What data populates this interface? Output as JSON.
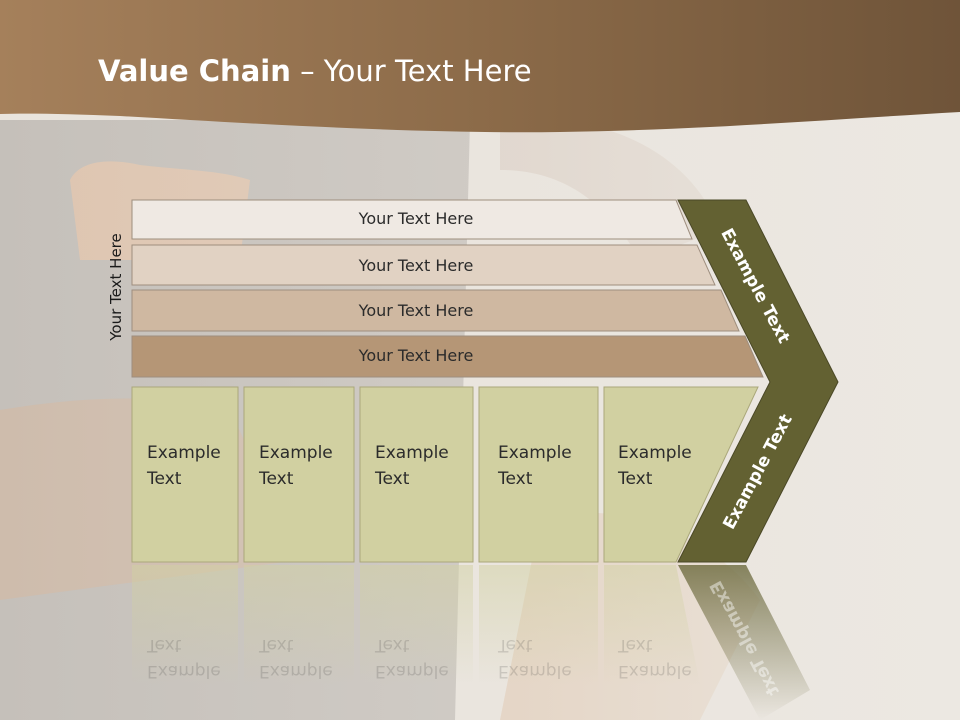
{
  "slide": {
    "title_bold": "Value Chain",
    "title_rest": " – Your Text Here",
    "side_label": "Your Text Here"
  },
  "bands": [
    {
      "label": "Your Text Here",
      "color": "#efe9e3"
    },
    {
      "label": "Your Text Here",
      "color": "#e1d2c3"
    },
    {
      "label": "Your Text Here",
      "color": "#cfb8a1"
    },
    {
      "label": "Your Text Here",
      "color": "#b59676"
    }
  ],
  "columns": [
    {
      "line1": "Example",
      "line2": "Text"
    },
    {
      "line1": "Example",
      "line2": "Text"
    },
    {
      "line1": "Example",
      "line2": "Text"
    },
    {
      "line1": "Example",
      "line2": "Text"
    },
    {
      "line1": "Example",
      "line2": "Text"
    }
  ],
  "chevron": {
    "upper_label": "Example Text",
    "lower_label": "Example Text",
    "color": "#636132"
  },
  "colors": {
    "header_brown": "#8a6a48",
    "column_fill": "#d1d0a1",
    "column_stroke": "#aaa77a"
  }
}
